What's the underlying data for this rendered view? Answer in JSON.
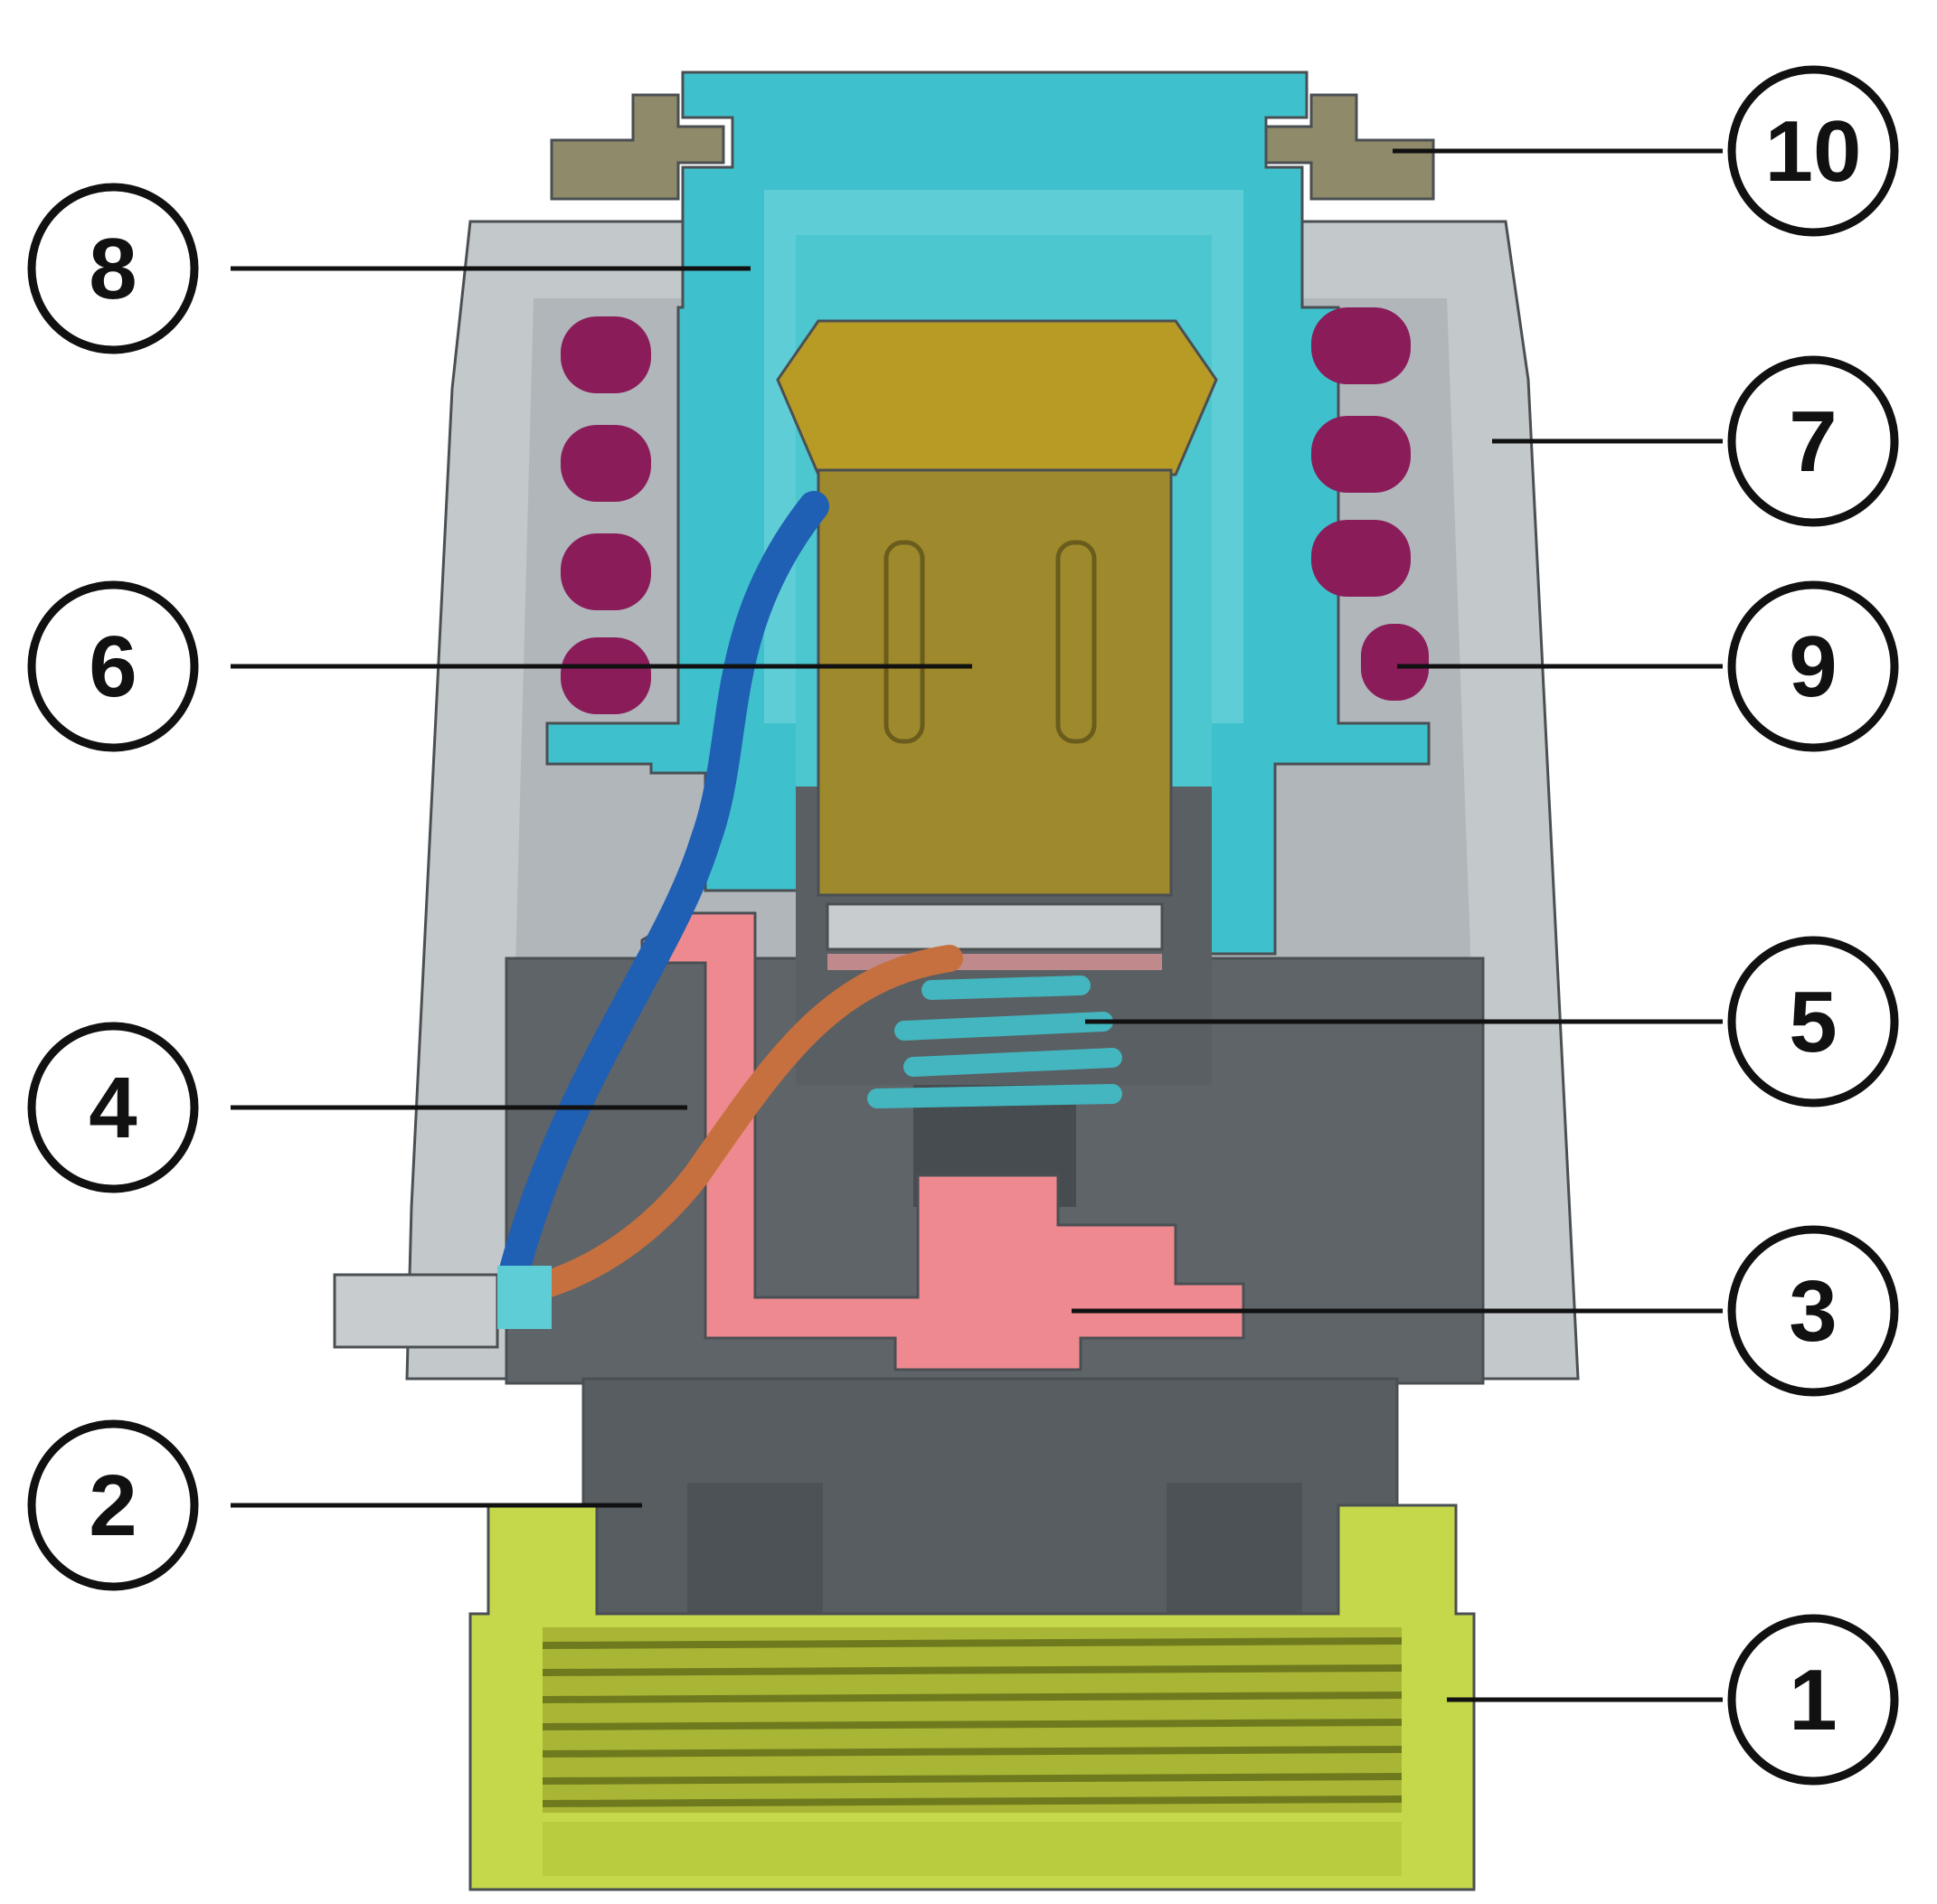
{
  "colors": {
    "housing_light": "#c3c8cb",
    "housing_mid": "#a9afb3",
    "body_dark": "#5f6468",
    "body_darker": "#4d5256",
    "cap_cyan": "#3ec1cc",
    "spring_purple": "#8a1c5a",
    "sensor_bronze": "#9e8a2c",
    "sensor_top": "#b89b25",
    "pink_part": "#ee8a8f",
    "nut_lime": "#c5d84a",
    "ring_khaki": "#8f8a6a",
    "wire_blue": "#1f5fb4",
    "wire_copper": "#c6703f",
    "small_spring": "#43b6bf"
  },
  "callouts": {
    "c1": "1",
    "c2": "2",
    "c3": "3",
    "c4": "4",
    "c5": "5",
    "c6": "6",
    "c7": "7",
    "c8": "8",
    "c9": "9",
    "c10": "10"
  }
}
